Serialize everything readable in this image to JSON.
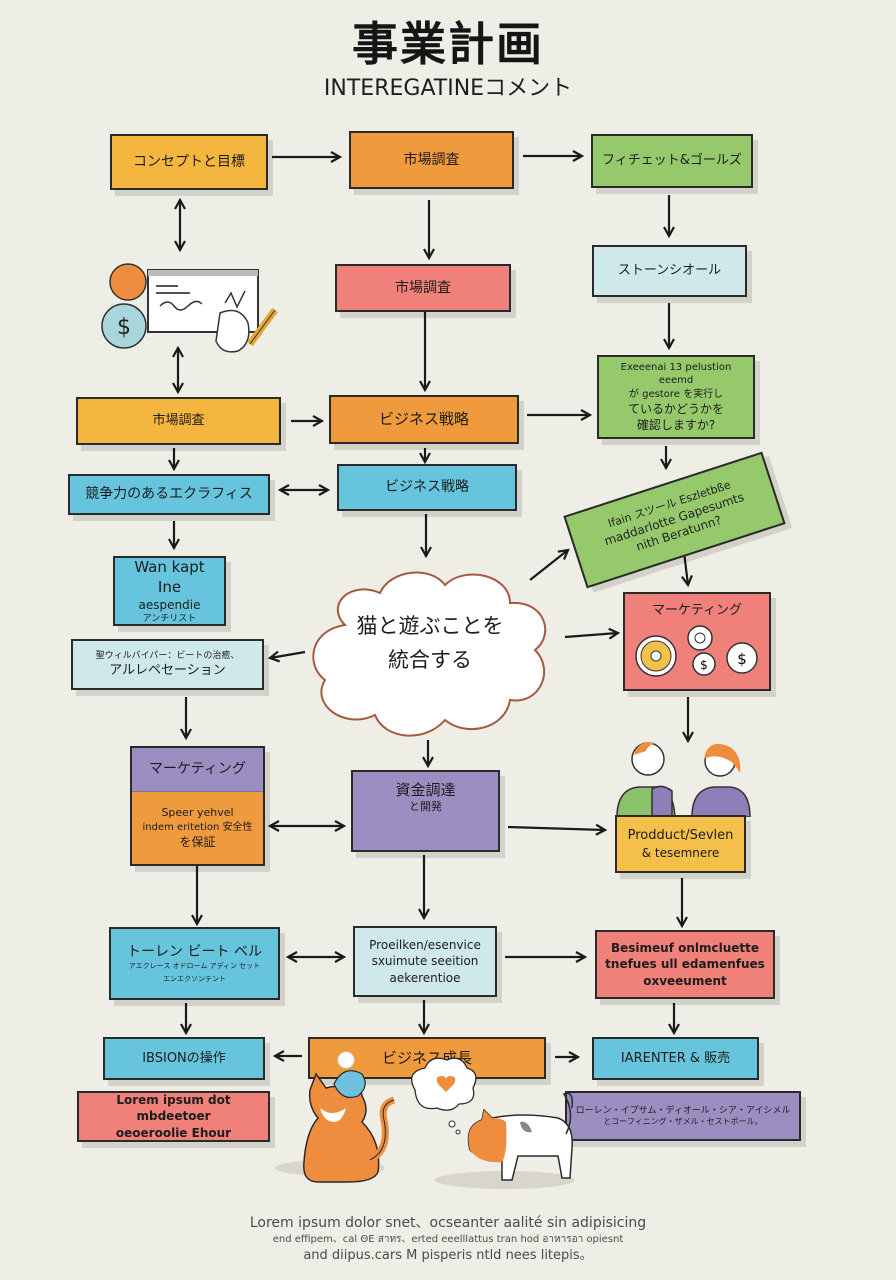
{
  "header": {
    "title": "事業計画",
    "subtitle": "INTEREGATINEコメント"
  },
  "nodes": {
    "concept_goals": "コンセプトと目標",
    "market_research_top": "市場調査",
    "fichet_goals": "フィチェット&ゴールズ",
    "market_research_mid": "市場調査",
    "stone_sheol": "ストーンシオール",
    "verify_box": {
      "line1": "Exeeenai 13 pelustion eeemd",
      "line2": "が gestore を実行し",
      "line3": "ているかどうかを",
      "line4": "確認しますか?"
    },
    "market_research_left": "市場調査",
    "business_strategy_orange": "ビジネス戦略",
    "competitive_graphics": "競争力のあるエクラフィス",
    "business_strategy_blue": "ビジネス戦略",
    "banner": {
      "line1": "Ifain スツール Eszletbße",
      "line2": "maddarlotte Gapesumts",
      "line3": "nith Beratunn?"
    },
    "wan_kapt": {
      "line1": "Wan kapt Ine",
      "line2": "aespendie",
      "line3": "アンチリスト"
    },
    "cloud": {
      "line1": "猫と遊ぶことを",
      "line2": "統合する"
    },
    "marketing_red": "マーケティング",
    "holy_wilbyper": {
      "line1": "聖ウィルバイパー：ビートの治癒、",
      "line2": "アルレペセーション"
    },
    "marketing_split": {
      "header": "マーケティング",
      "line1": "Speer yehvel",
      "line2": "indem eritetion 安全性",
      "line3": "を保証"
    },
    "funding": {
      "line1": "資金調達",
      "line2": "と開発"
    },
    "product_service": {
      "line1": "Prodduct/Sevlen",
      "line2": "& tesemnere"
    },
    "trend_beat": {
      "line1": "トーレン ビート ベル",
      "line2": "アエクレース オドローム アディン セット",
      "line3": "エンエクソンテント"
    },
    "provider_service": {
      "line1": "Proeilken/esenvice",
      "line2": "sxuimute seeition",
      "line3": "aekerentioe"
    },
    "business_conduct": {
      "line1": "Besimeuf onlmcluette",
      "line2": "tnefues ull edamenfues",
      "line3": "oxveeument"
    },
    "ibsion_ops": "IBSIONの操作",
    "business_growth": "ビジネス成長",
    "iarenter_sales": "IARENTER & 販売",
    "lorem_red": {
      "line1": "Lorem ipsum dot mbdeetoer",
      "line2": "oeoeroolie Ehour"
    },
    "lorem_purple": {
      "line1": "ローレン・イプサム・ディオール・シア・アイシメル",
      "line2": "とコーフィニング・ザメル・セストボール。"
    }
  },
  "footer": {
    "line1": "Lorem ipsum dolor snet、ocseanter aalité sin adipisicing",
    "line2": "end effipem、cal ΘE สาทร、erted eeelllattus tran hod อาหารอา opiesnt",
    "line3": "and diipus.cars M pisperis ntld nees litepis。"
  },
  "icons": {
    "coin_dollar_1": "$",
    "coin_dollar_2": "$",
    "person_dollar": "$"
  }
}
